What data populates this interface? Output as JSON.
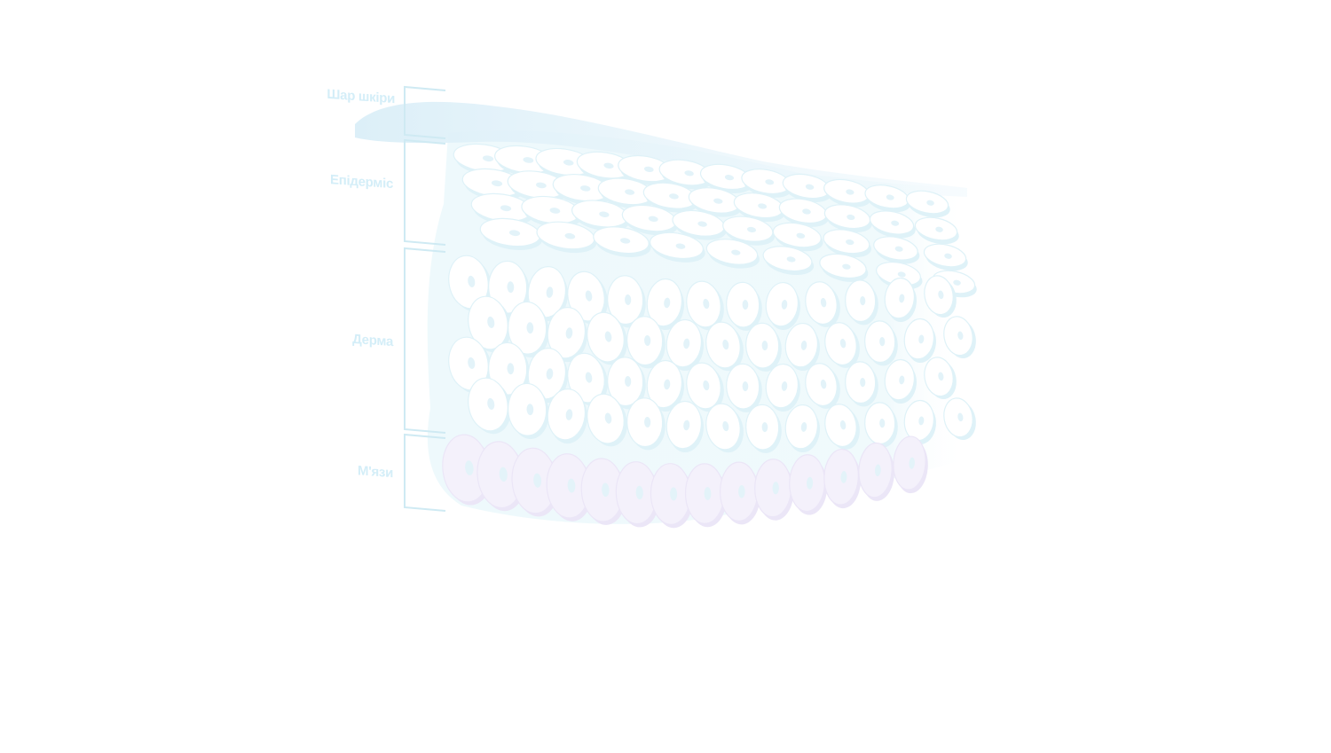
{
  "diagram": {
    "layers": [
      {
        "id": "surface",
        "label": "Шар шкіри"
      },
      {
        "id": "epidermis",
        "label": "Епідерміс"
      },
      {
        "id": "dermis",
        "label": "Дерма"
      },
      {
        "id": "muscles",
        "label": "М'язи"
      }
    ],
    "colors": {
      "label": "#d4eef8",
      "bracket": "#cfeaf3",
      "surface": "#e6f4fb",
      "cell_fill": "#ffffff",
      "cell_edge": "#dff2f8",
      "tissue": "#eef9fc",
      "muscle": "#f4f1fb",
      "muscle_edge": "#ebe6f7",
      "nucleus": "#e3f3f9"
    }
  }
}
